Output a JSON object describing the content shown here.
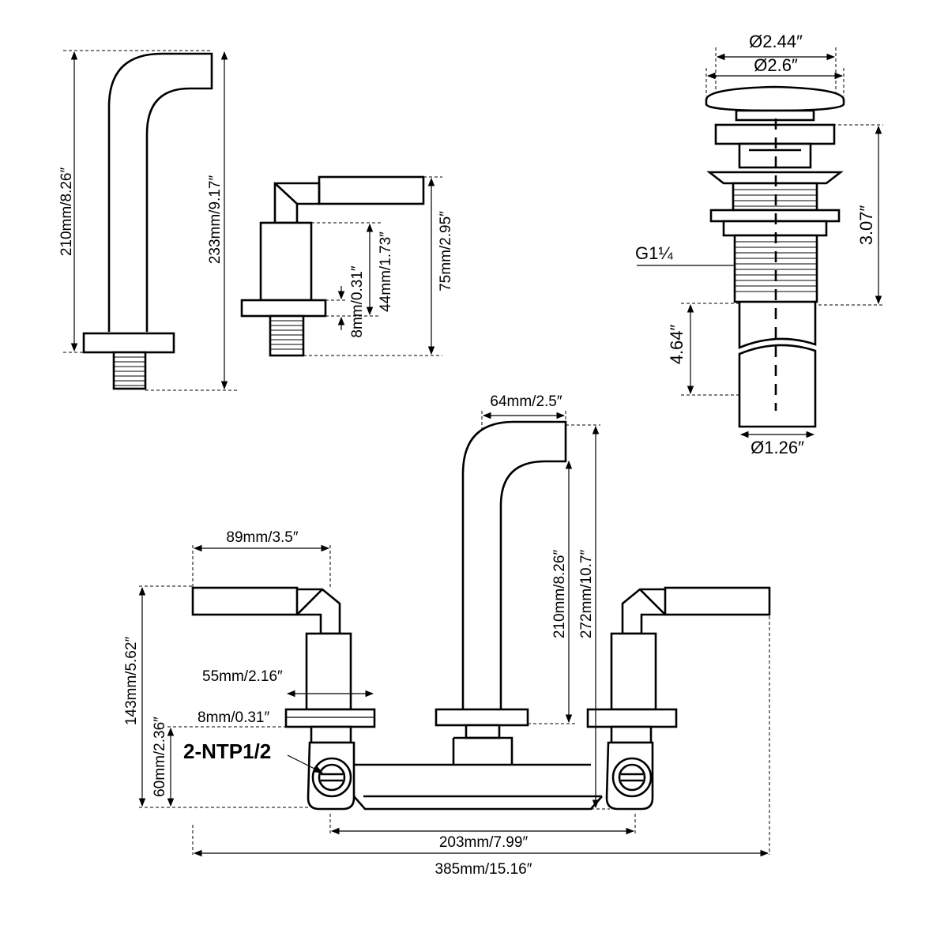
{
  "spout_side": {
    "height_label": "210mm/8.26″",
    "total_label": "233mm/9.17″"
  },
  "handle_side": {
    "height_label": "75mm/2.95″",
    "body_label": "44mm/1.73″",
    "deck_label": "8mm/0.31″"
  },
  "drain": {
    "top_dia_label": "Ø2.44″",
    "cap_dia_label": "Ø2.6″",
    "body_height_label": "3.07″",
    "thread_label": "G1¼",
    "tail_label": "4.64″",
    "tail_dia_label": "Ø1.26″"
  },
  "front": {
    "reach_label": "64mm/2.5″",
    "spout_height_label": "210mm/8.26″",
    "spout_total_label": "272mm/10.7″",
    "lever_label": "89mm/3.5″",
    "handle_height_label": "143mm/5.62″",
    "escutcheon_label": "55mm/2.16″",
    "deck_label": "8mm/0.31″",
    "rough_label": "60mm/2.36″",
    "connection_label": "2-NTP1/2",
    "center_label": "203mm/7.99″",
    "overall_label": "385mm/15.16″"
  }
}
